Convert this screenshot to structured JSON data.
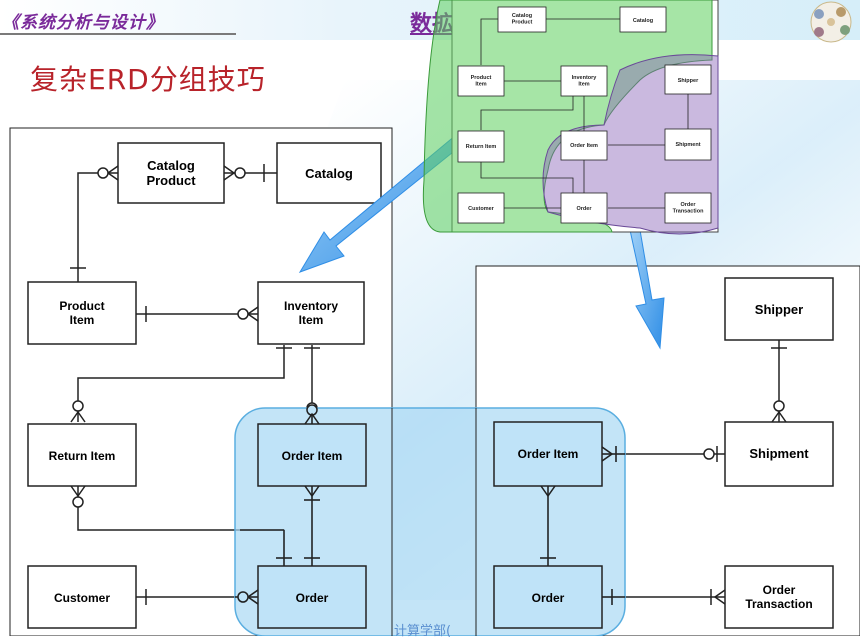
{
  "header": {
    "series_title": "《系统分析与设计》",
    "course_title": "数拡",
    "footer_text": "计算学部("
  },
  "slide": {
    "title": "复杂ERD分组技巧"
  },
  "overview": {
    "entities": {
      "catalog_product": "Catalog\nProduct",
      "catalog": "Catalog",
      "product_item": "Product\nItem",
      "inventory_item": "Inventory\nItem",
      "shipper": "Shipper",
      "return_item": "Return Item",
      "order_item": "Order Item",
      "shipment": "Shipment",
      "customer": "Customer",
      "order": "Order",
      "order_transaction": "Order\nTransaction"
    },
    "group_colors": {
      "green": "#5ccf5c",
      "purple": "#8a63b8"
    }
  },
  "left_diagram": {
    "entities": {
      "catalog_product": "Catalog\nProduct",
      "catalog": "Catalog",
      "product_item": "Product\nItem",
      "inventory_item": "Inventory\nItem",
      "return_item": "Return Item",
      "order_item": "Order Item",
      "customer": "Customer",
      "order": "Order"
    }
  },
  "right_diagram": {
    "entities": {
      "shipper": "Shipper",
      "order_item": "Order Item",
      "shipment": "Shipment",
      "order": "Order",
      "order_transaction": "Order\nTransaction"
    }
  },
  "shared_region_color": "#a9d8f4",
  "arrow_color": "#3d9be9"
}
